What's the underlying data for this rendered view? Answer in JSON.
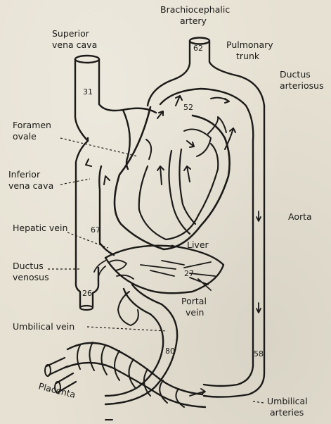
{
  "labels": {
    "brachiocephalic_artery": [
      "Brachiocephalic",
      "artery"
    ],
    "superior_vena_cava": [
      "Superior",
      "vena cava"
    ],
    "pulmonary_trunk": [
      "Pulmonary",
      "trunk"
    ],
    "ductus_arteriosus": [
      "Ductus",
      "arteriosus"
    ],
    "foramen_ovale": [
      "Foramen",
      "ovale"
    ],
    "inferior_vena_cava": [
      "Inferior",
      "vena cava"
    ],
    "aorta": "Aorta",
    "hepatic_vein": "Hepatic vein",
    "liver": "Liver",
    "ductus_venosus": [
      "Ductus",
      "venosus"
    ],
    "portal_vein": [
      "Portal",
      "vein"
    ],
    "umbilical_vein": "Umbilical vein",
    "placenta": "Placenta",
    "umbilical_arteries": [
      "Umbilical",
      "arteries"
    ]
  },
  "values": {
    "brachiocephalic": "62",
    "svc": "31",
    "pulmonary_trunk": "52",
    "ivc_upper": "67",
    "ivc_lower": "26",
    "portal": "27",
    "umbilical_vein": "80",
    "aorta_lower": "58"
  }
}
